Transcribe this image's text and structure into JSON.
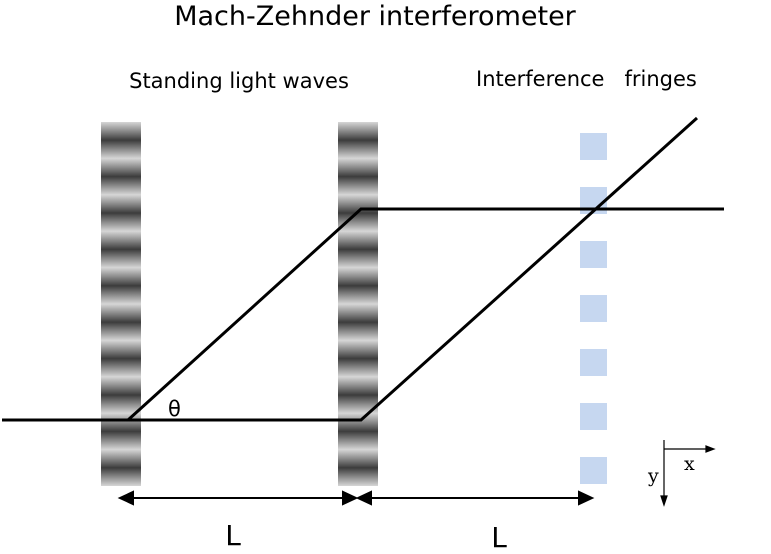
{
  "title": "Mach-Zehnder  interferometer",
  "labels": {
    "standing_waves": "Standing light waves",
    "fringes": "Interference   fringes",
    "theta": "θ",
    "length_1": "L",
    "length_2": "L",
    "axis_x": "x",
    "axis_y": "y"
  },
  "colors": {
    "beam": "#000000",
    "fringe": "#c6d7f0",
    "wave_dark": "#3c3c3c",
    "wave_light": "#d6d6d6"
  },
  "fringe_count": 7
}
